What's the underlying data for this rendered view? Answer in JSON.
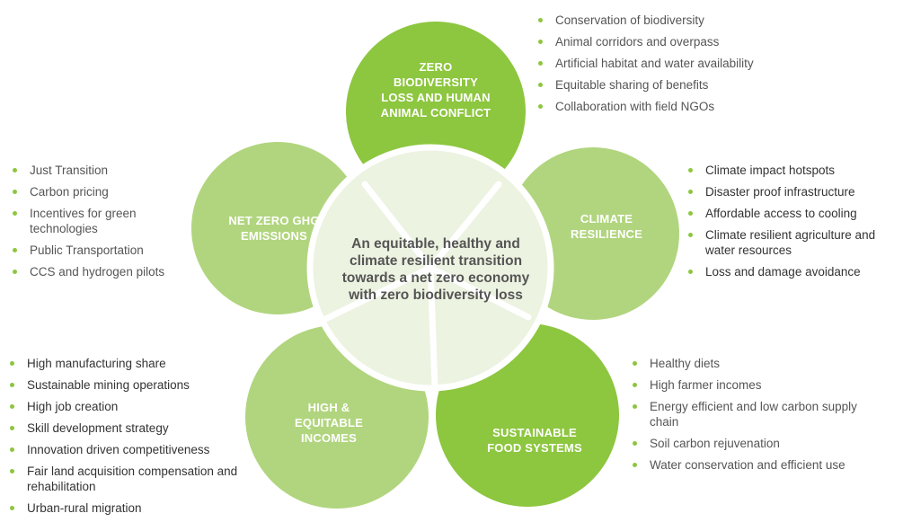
{
  "colors": {
    "dark_green": "#8dc63f",
    "light_green": "#b1d57e",
    "center_fill": "#ecf3e1",
    "bullet": "#8dc63f"
  },
  "center": {
    "text": "An equitable, healthy and climate resilient transition towards a net zero economy with zero biodiversity loss"
  },
  "petals": {
    "top": {
      "label": "ZERO BIODIVERSITY LOSS AND HUMAN ANIMAL CONFLICT"
    },
    "left": {
      "label": "NET ZERO GHG EMISSIONS"
    },
    "right": {
      "label": "CLIMATE RESILIENCE"
    },
    "bottom_left": {
      "label": "HIGH & EQUITABLE INCOMES"
    },
    "bottom_right": {
      "label": "SUSTAINABLE FOOD SYSTEMS"
    }
  },
  "lists": {
    "biodiversity": [
      "Conservation of biodiversity",
      "Animal corridors and overpass",
      "Artificial habitat and water availability",
      "Equitable sharing of benefits",
      "Collaboration with field NGOs"
    ],
    "ghg": [
      "Just Transition",
      "Carbon pricing",
      "Incentives for green technologies",
      "Public Transportation",
      "CCS and hydrogen pilots"
    ],
    "resilience": [
      "Climate impact hotspots",
      "Disaster proof infrastructure",
      "Affordable access to cooling",
      "Climate resilient agriculture and water resources",
      "Loss and damage avoidance"
    ],
    "incomes": [
      "High manufacturing share",
      "Sustainable mining operations",
      "High job creation",
      "Skill development strategy",
      "Innovation driven competitiveness",
      "Fair land acquisition compensation and rehabilitation",
      "Urban-rural migration"
    ],
    "food": [
      "Healthy diets",
      "High farmer incomes",
      "Energy efficient and low carbon supply chain",
      "Soil carbon rejuvenation",
      "Water conservation and efficient use"
    ]
  }
}
